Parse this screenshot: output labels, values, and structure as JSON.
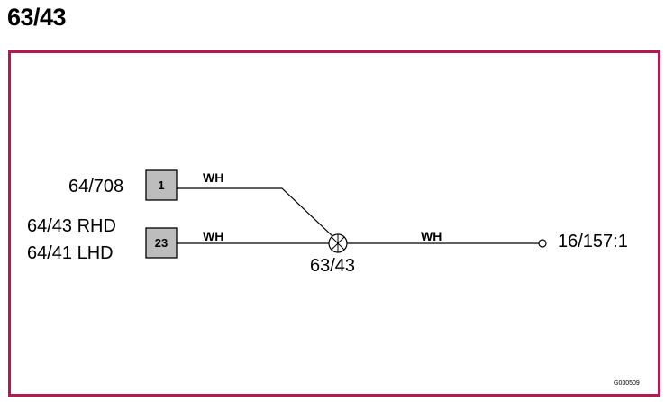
{
  "page_title": "63/43",
  "colors": {
    "frame": "#b5194f",
    "connector_fill": "#bdbdbd",
    "line": "#000000"
  },
  "connectors": [
    {
      "id": "1",
      "component_lines": [
        "64/708"
      ]
    },
    {
      "id": "23",
      "component_lines": [
        "64/43 RHD",
        "64/41 LHD"
      ]
    }
  ],
  "wires": [
    {
      "color_code": "WH"
    },
    {
      "color_code": "WH"
    },
    {
      "color_code": "WH"
    }
  ],
  "splice": {
    "label": "63/43",
    "icon": "splice-icon"
  },
  "terminal": {
    "label": "16/157:1",
    "icon": "terminal-circle-icon"
  },
  "figure_code": "G030509"
}
